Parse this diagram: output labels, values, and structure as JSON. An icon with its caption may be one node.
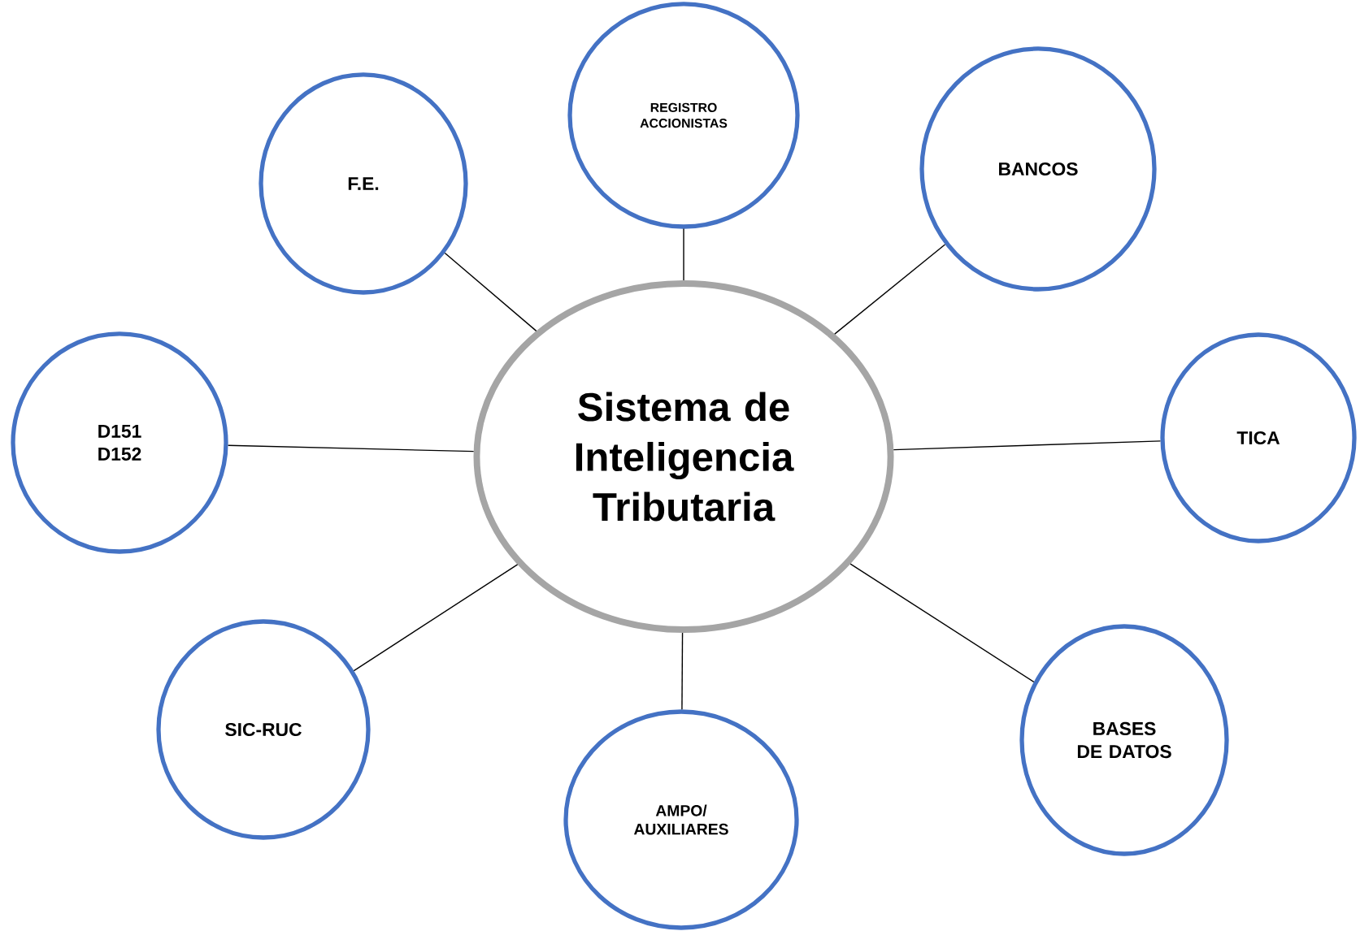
{
  "diagram": {
    "nodes": [
      {
        "text": [
          "Sistema de Inteligencia Tributaria"
        ]
      },
      {
        "text": [
          "F.E."
        ]
      },
      {
        "text": [
          "REGISTRO ACCIONISTAS"
        ]
      },
      {
        "text": [
          "BANCOS"
        ]
      },
      {
        "text": [
          "D151 D152"
        ]
      },
      {
        "text": [
          "TICA"
        ]
      },
      {
        "text": [
          "SIC-RUC"
        ]
      },
      {
        "text": [
          "AMPO/ AUXILIARES"
        ]
      },
      {
        "text": [
          "BASES DE DATOS"
        ]
      }
    ],
    "edges": [
      {
        "from": 0,
        "to": 1,
        "arrow": "none"
      },
      {
        "from": 0,
        "to": 2,
        "arrow": "none"
      },
      {
        "from": 0,
        "to": 3,
        "arrow": "none"
      },
      {
        "from": 0,
        "to": 4,
        "arrow": "none"
      },
      {
        "from": 0,
        "to": 5,
        "arrow": "none"
      },
      {
        "from": 0,
        "to": 6,
        "arrow": "none"
      },
      {
        "from": 0,
        "to": 7,
        "arrow": "none"
      },
      {
        "from": 0,
        "to": 8,
        "arrow": "none"
      }
    ]
  }
}
